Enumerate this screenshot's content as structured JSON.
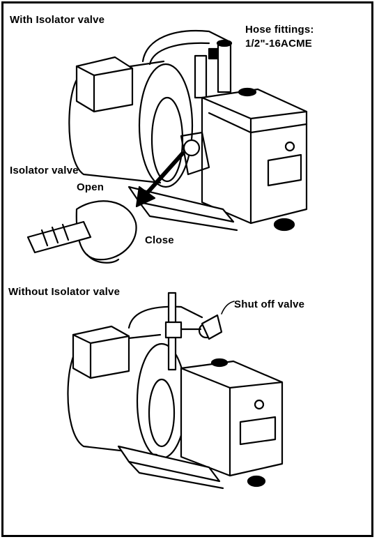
{
  "top": {
    "title": "With Isolator valve",
    "hose_line1": "Hose fittings:",
    "hose_line2": "1/2\"-16ACME",
    "isolator_label": "Isolator valve",
    "open_label": "Open",
    "close_label": "Close"
  },
  "bottom": {
    "title": "Without Isolator valve",
    "shutoff_label": "Shut off valve"
  },
  "colors": {
    "ink": "#000000",
    "paper": "#ffffff"
  }
}
